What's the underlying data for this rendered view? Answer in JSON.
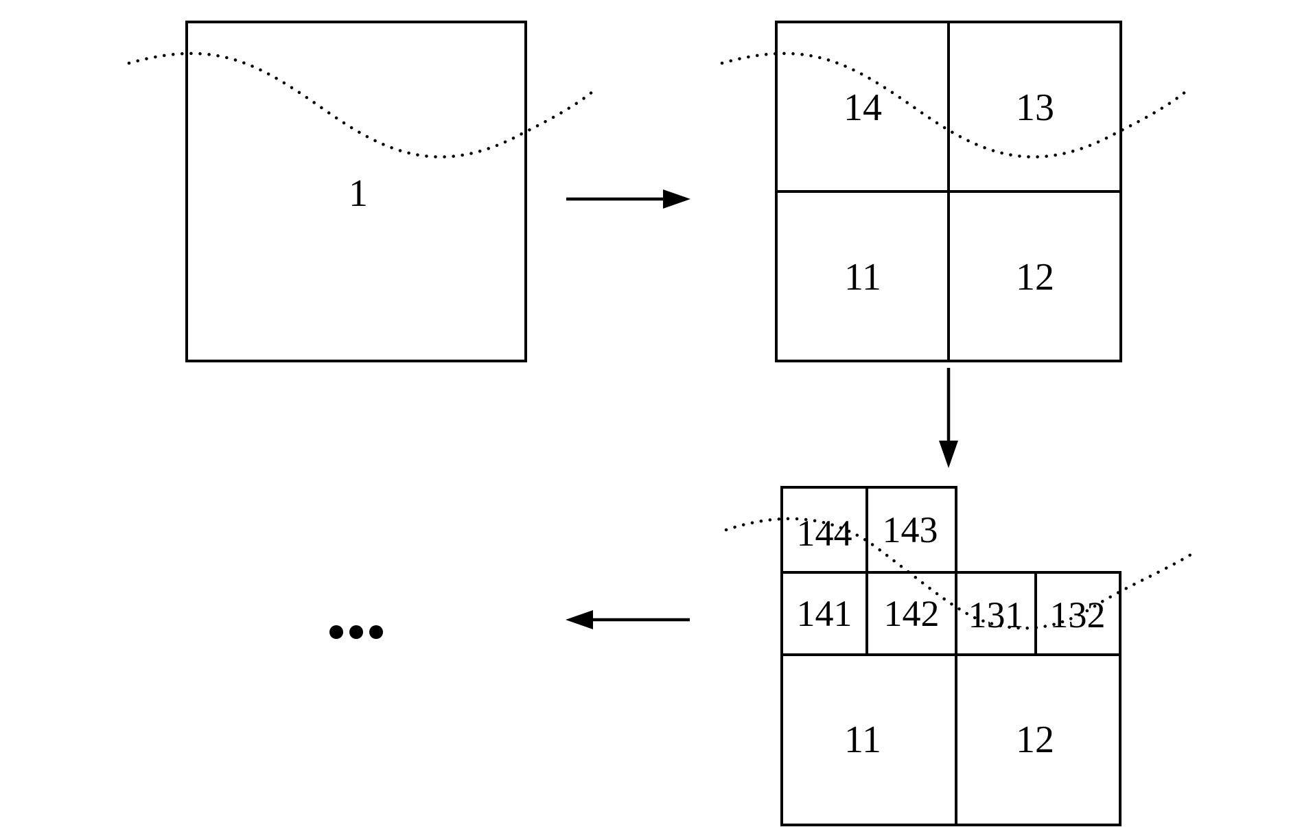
{
  "stage1": {
    "cell_label": "1"
  },
  "stage2": {
    "cells": {
      "top_left": "14",
      "top_right": "13",
      "bottom_left": "11",
      "bottom_right": "12"
    }
  },
  "stage3": {
    "cells": {
      "q14_top_left": "144",
      "q14_top_right": "143",
      "q14_bottom_left": "141",
      "q14_bottom_right": "142",
      "q13_bottom_left": "131",
      "q13_bottom_right": "132",
      "bottom_left": "11",
      "bottom_right": "12"
    }
  },
  "continuation": {
    "symbol": "ellipsis"
  },
  "colors": {
    "stroke": "#000000",
    "background": "#ffffff"
  }
}
